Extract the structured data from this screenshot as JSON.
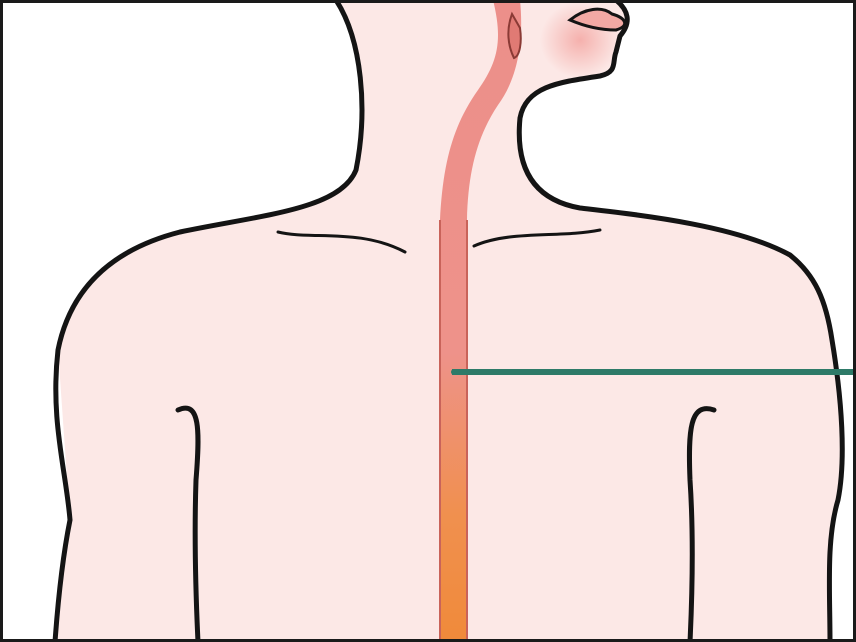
{
  "figure": {
    "labels": []
  },
  "colors": {
    "background": "#ffffff",
    "frame": "#1a1a1a",
    "skin_fill": "#fce8e6",
    "outline": "#141414",
    "esophagus_top": "#ec8f8a",
    "esophagus_bottom": "#f08a3a",
    "lips": "#f2a9a4",
    "pointer_line": "#2e7a68"
  },
  "icons": [
    "torso-outline",
    "head-profile",
    "esophagus-tube",
    "pointer-line"
  ]
}
